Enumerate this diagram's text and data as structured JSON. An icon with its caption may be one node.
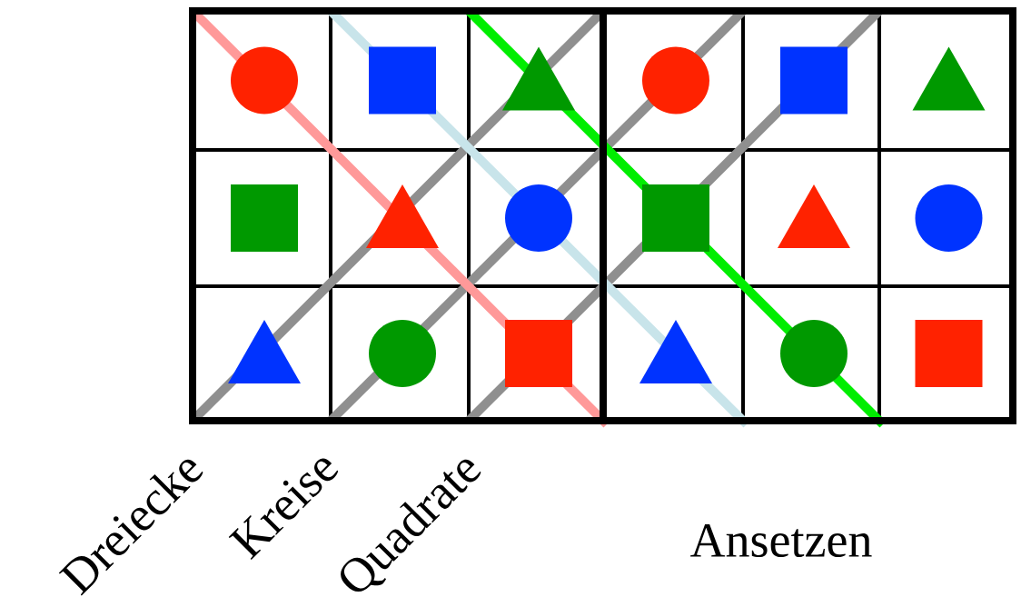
{
  "diagram": {
    "labels": [
      "Dreiecke",
      "Kreise",
      "Quadrate",
      "Ansetzen"
    ]
  }
}
